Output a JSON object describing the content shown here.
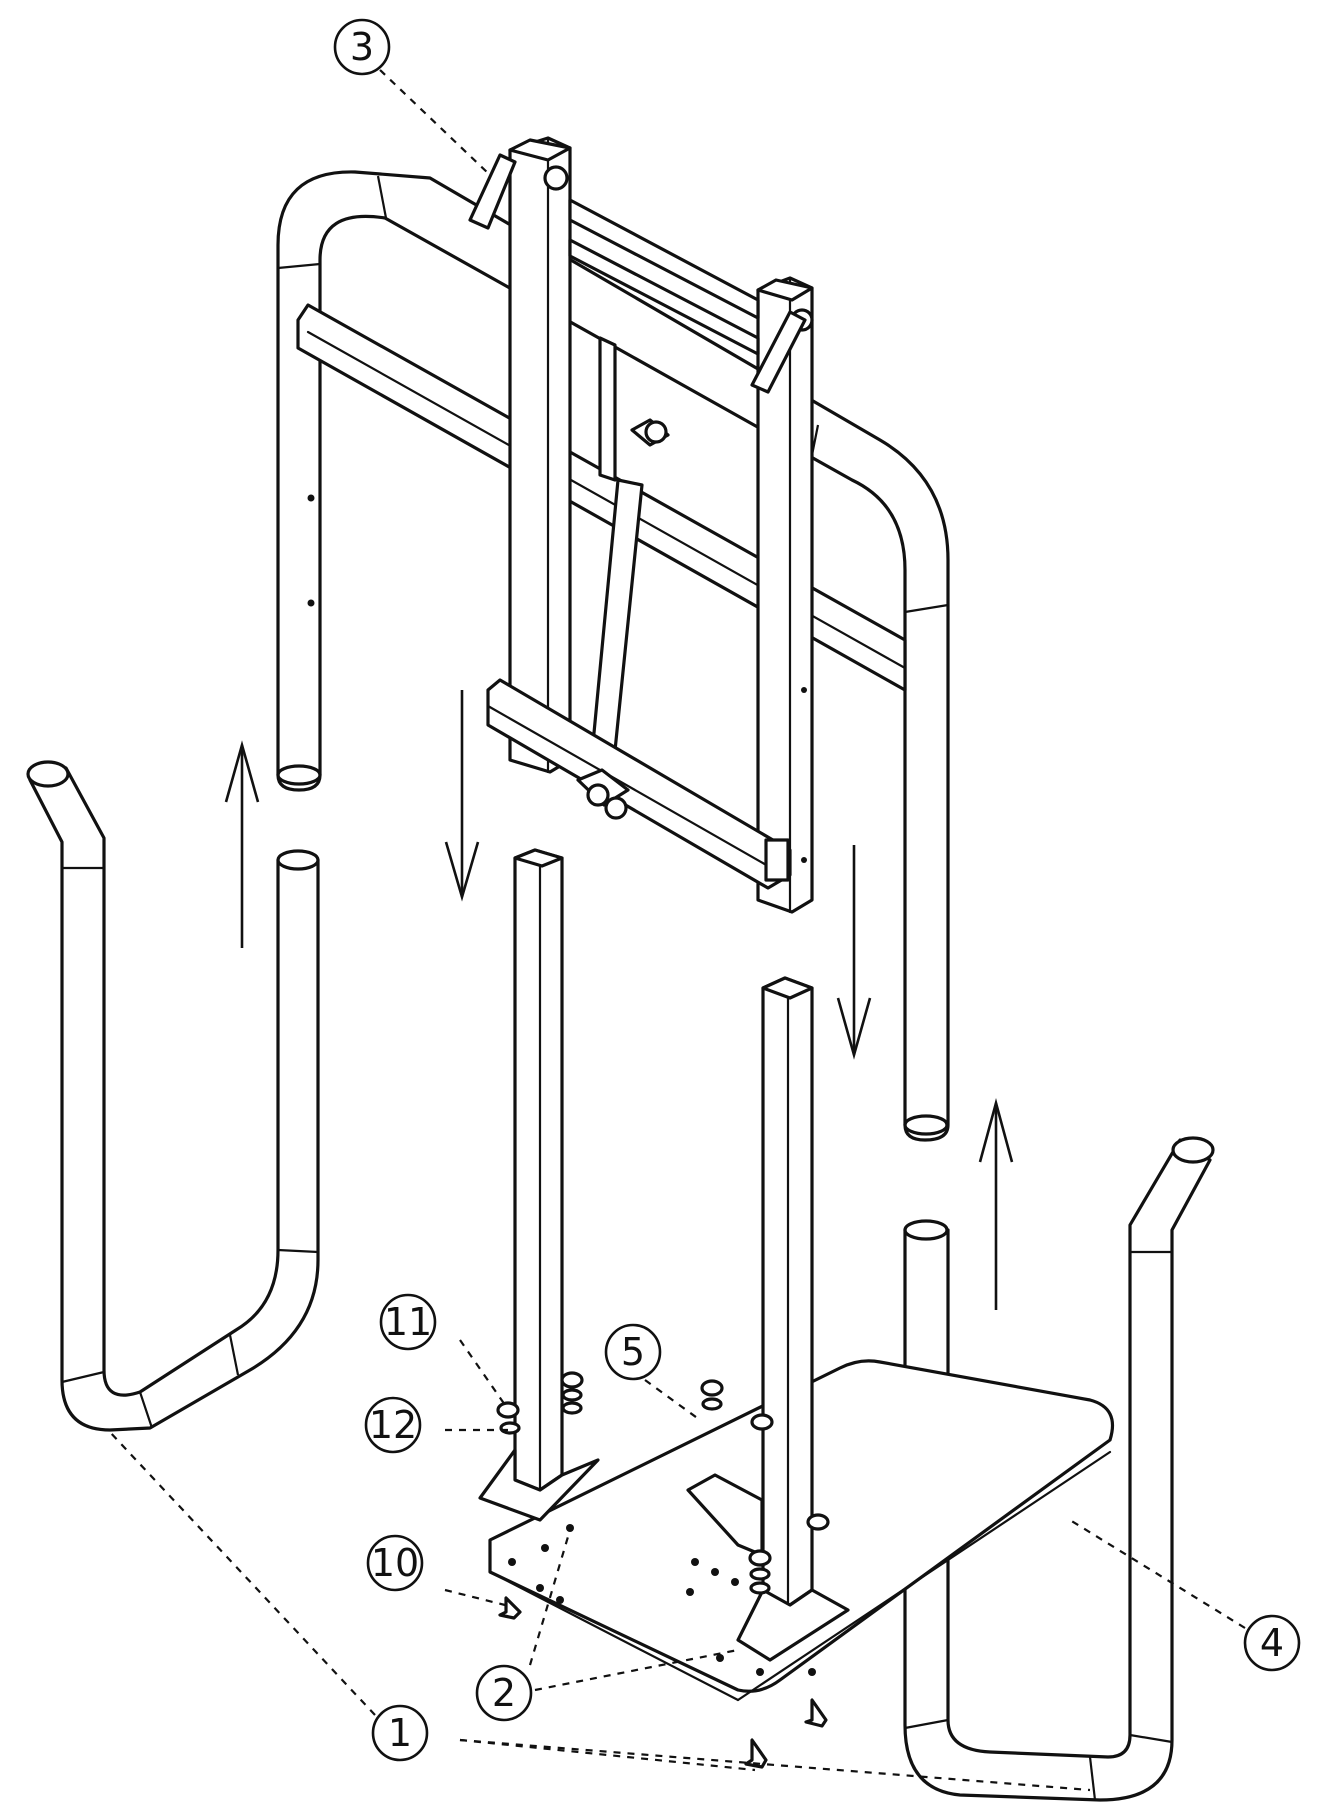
{
  "figure": {
    "type": "exploded assembly diagram",
    "line_color": "#111111",
    "background": "#ffffff"
  },
  "callouts": [
    {
      "id": "c3",
      "label": "3"
    },
    {
      "id": "c11",
      "label": "11"
    },
    {
      "id": "c12",
      "label": "12"
    },
    {
      "id": "c5",
      "label": "5"
    },
    {
      "id": "c10",
      "label": "10"
    },
    {
      "id": "c2",
      "label": "2"
    },
    {
      "id": "c1",
      "label": "1"
    },
    {
      "id": "c4",
      "label": "4"
    }
  ],
  "arrows": [
    {
      "name": "up-arrow-left",
      "direction": "up"
    },
    {
      "name": "down-arrow-center-left",
      "direction": "down"
    },
    {
      "name": "down-arrow-center-right",
      "direction": "down"
    },
    {
      "name": "up-arrow-right",
      "direction": "up"
    }
  ]
}
